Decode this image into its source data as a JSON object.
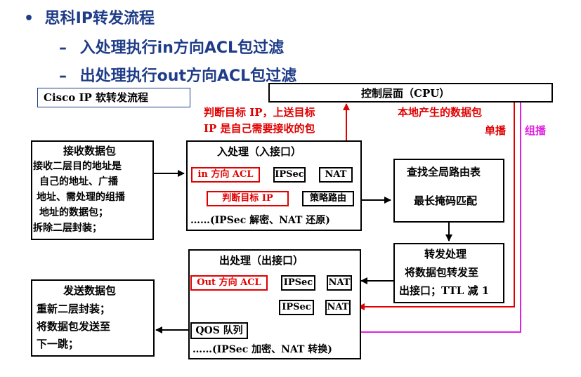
{
  "bullets": {
    "main": "思科IP转发流程",
    "sub1": "入处理执行in方向ACL包过滤",
    "sub2": "出处理执行out方向ACL包过滤",
    "marker_main": "•",
    "marker_sub": "–"
  },
  "diagram": {
    "title": "Cisco IP 软转发流程",
    "control_plane": "控制层面（CPU）",
    "judge_upload_l1": "判断目标 IP，上送目标",
    "judge_upload_l2": "IP 是自己需要接收的包",
    "local_generated": "本地产生的数据包",
    "unicast": "单播",
    "multicast": "组播",
    "receive": {
      "title": "接收数据包",
      "lines": [
        "接收二层目的地址是",
        "自己的地址、广播",
        "地址、需处理的组播",
        "地址的数据包；",
        "拆除二层封装；"
      ]
    },
    "ingress": {
      "title": "入处理（入接口）",
      "acl": "in 方向 ACL",
      "ipsec": "IPSec",
      "nat": "NAT",
      "judge": "判断目标 IP",
      "policy_route": "策略路由",
      "note": "……(IPSec 解密、NAT 还原)"
    },
    "lookup": {
      "title": "查找全局路由表",
      "sub": "最长掩码匹配"
    },
    "forward": {
      "title": "转发处理",
      "lines": [
        "将数据包转发至",
        "出接口；TTL 减 1"
      ]
    },
    "egress": {
      "title": "出处理（出接口）",
      "acl": "Out 方向 ACL",
      "ipsec": "IPSec",
      "nat": "NAT",
      "qos": "QOS 队列",
      "note": "……(IPSec 加密、NAT 转换)"
    },
    "send": {
      "title": "发送数据包",
      "lines": [
        "重新二层封装；",
        "将数据包发送至",
        "下一跳；"
      ]
    },
    "colors": {
      "bullet": "#1f3c88",
      "red": "#e00000",
      "magenta": "#e020e0",
      "title_border": "#1f3c88"
    }
  }
}
